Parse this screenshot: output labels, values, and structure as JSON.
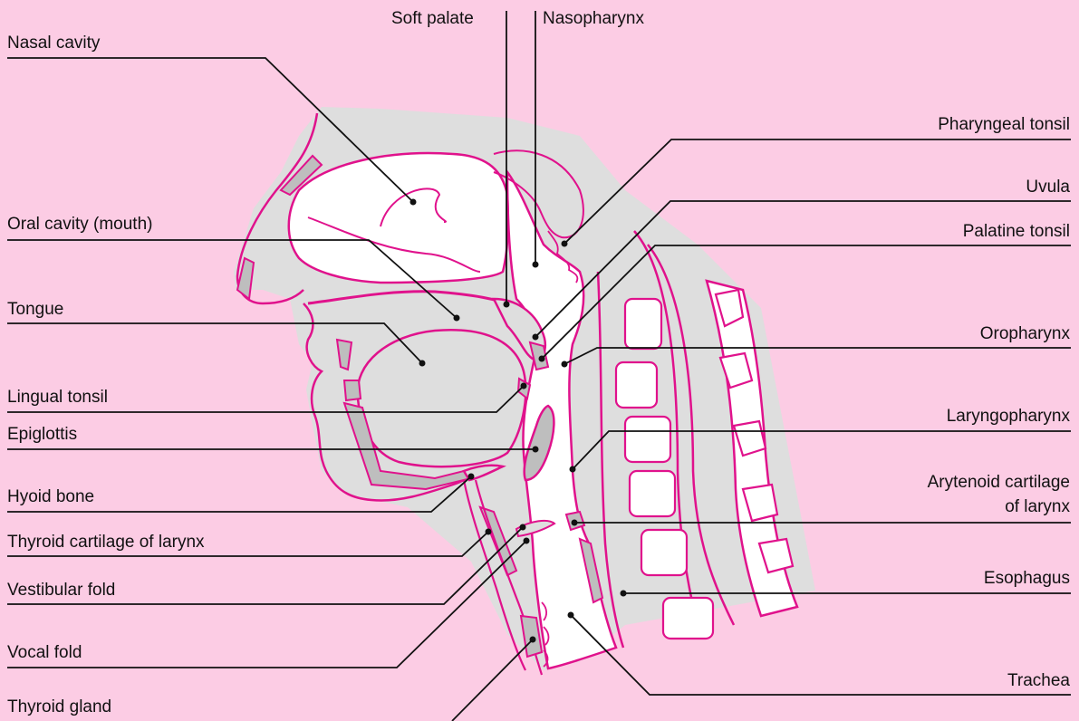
{
  "colors": {
    "background": "#FCCCE4",
    "tissue_fill": "#DEDEDE",
    "airway_fill": "#FFFFFF",
    "outline": "#E0128C",
    "cartilage_fill": "#BEBEBE",
    "leader_line": "#111111"
  },
  "labels": {
    "soft_palate": "Soft palate",
    "nasopharynx": "Nasopharynx",
    "nasal_cavity": "Nasal cavity",
    "pharyngeal_tonsil": "Pharyngeal tonsil",
    "uvula": "Uvula",
    "oral_cavity": "Oral cavity (mouth)",
    "palatine_tonsil": "Palatine tonsil",
    "tongue": "Tongue",
    "oropharynx": "Oropharynx",
    "lingual_tonsil": "Lingual tonsil",
    "laryngopharynx": "Laryngopharynx",
    "epiglottis": "Epiglottis",
    "arytenoid_line1": "Arytenoid cartilage",
    "arytenoid_line2": "of larynx",
    "hyoid_bone": "Hyoid bone",
    "thyroid_cartilage": "Thyroid cartilage of larynx",
    "esophagus": "Esophagus",
    "vestibular_fold": "Vestibular fold",
    "vocal_fold": "Vocal fold",
    "trachea": "Trachea",
    "thyroid_gland": "Thyroid gland"
  }
}
